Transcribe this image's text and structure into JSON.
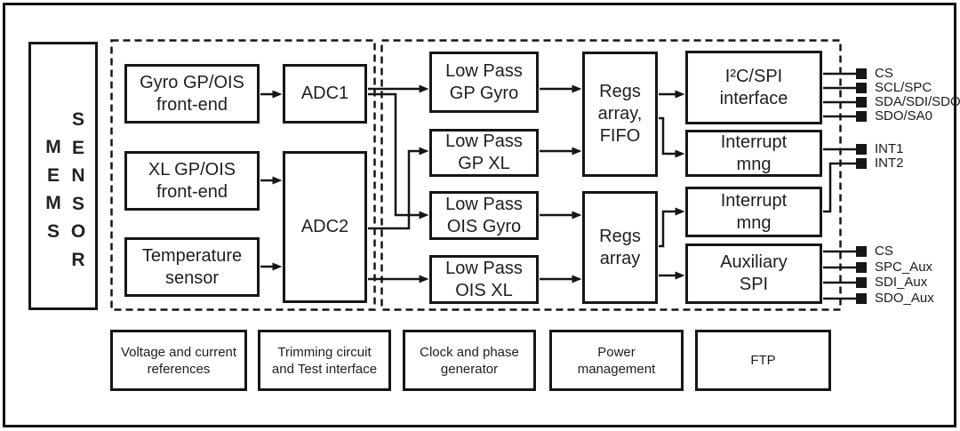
{
  "diagram": {
    "mems": {
      "word_left": "MEMS",
      "word_right": "SENSOR"
    },
    "blocks": {
      "gyro_frontend": {
        "line1": "Gyro GP/OIS",
        "line2": "front-end"
      },
      "xl_frontend": {
        "line1": "XL GP/OIS",
        "line2": "front-end"
      },
      "temp_sensor": {
        "line1": "Temperature",
        "line2": "sensor"
      },
      "adc1": {
        "label": "ADC1"
      },
      "adc2": {
        "label": "ADC2"
      },
      "lp_gp_gyro": {
        "line1": "Low Pass",
        "line2": "GP Gyro"
      },
      "lp_gp_xl": {
        "line1": "Low Pass",
        "line2": "GP XL"
      },
      "lp_ois_gyro": {
        "line1": "Low Pass",
        "line2": "OIS Gyro"
      },
      "lp_ois_xl": {
        "line1": "Low Pass",
        "line2": "OIS XL"
      },
      "regs_fifo": {
        "line1": "Regs",
        "line2": "array,",
        "line3": "FIFO"
      },
      "regs": {
        "line1": "Regs",
        "line2": "array"
      },
      "i2c_spi": {
        "line1": "I²C/SPI",
        "line2": "interface"
      },
      "interrupt_mng_1": {
        "line1": "Interrupt",
        "line2": "mng"
      },
      "interrupt_mng_2": {
        "line1": "Interrupt",
        "line2": "mng"
      },
      "aux_spi": {
        "line1": "Auxiliary",
        "line2": "SPI"
      }
    },
    "bottom_blocks": {
      "vref": {
        "line1": "Voltage and current",
        "line2": "references"
      },
      "trimming": {
        "line1": "Trimming circuit",
        "line2": "and Test interface"
      },
      "clock": {
        "line1": "Clock and phase",
        "line2": "generator"
      },
      "power": {
        "line1": "Power",
        "line2": "management"
      },
      "ftp": {
        "line1": "FTP"
      }
    },
    "pins": {
      "main_interface": [
        "CS",
        "SCL/SPC",
        "SDA/SDI/SDO",
        "SDO/SA0"
      ],
      "interrupts": [
        "INT1",
        "INT2"
      ],
      "aux_interface": [
        "CS",
        "SPC_Aux",
        "SDI_Aux",
        "SDO_Aux"
      ]
    },
    "colors": {
      "line": "#161616",
      "text": "#1f1f1f",
      "background": "#ffffff"
    }
  }
}
